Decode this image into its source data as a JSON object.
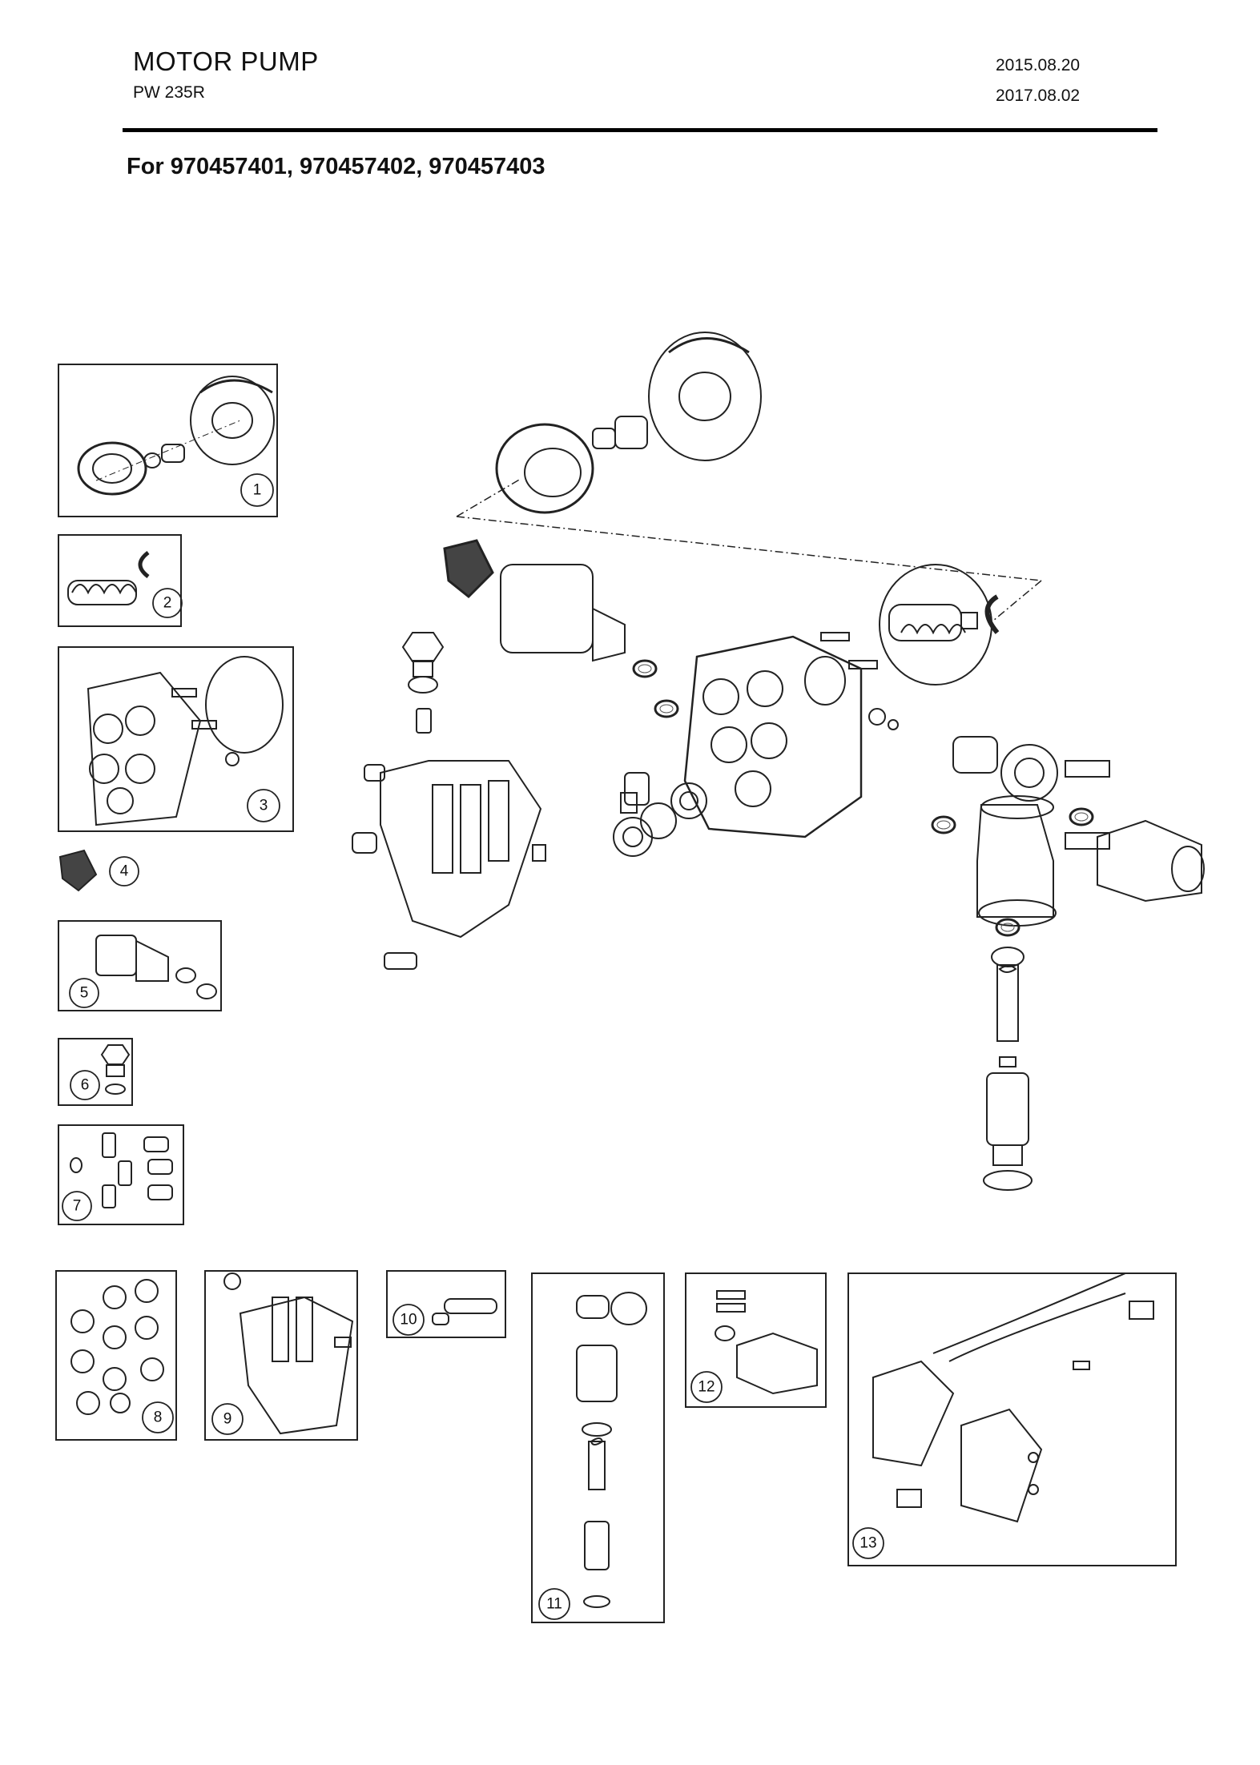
{
  "header": {
    "title": "MOTOR PUMP",
    "model": "PW 235R",
    "date_created": "2015.08.20",
    "date_revised": "2017.08.02"
  },
  "subtitle": "For 970457401, 970457402, 970457403",
  "callouts": [
    "1",
    "2",
    "3",
    "4",
    "5",
    "6",
    "7",
    "8",
    "9",
    "10",
    "11",
    "12",
    "13"
  ]
}
